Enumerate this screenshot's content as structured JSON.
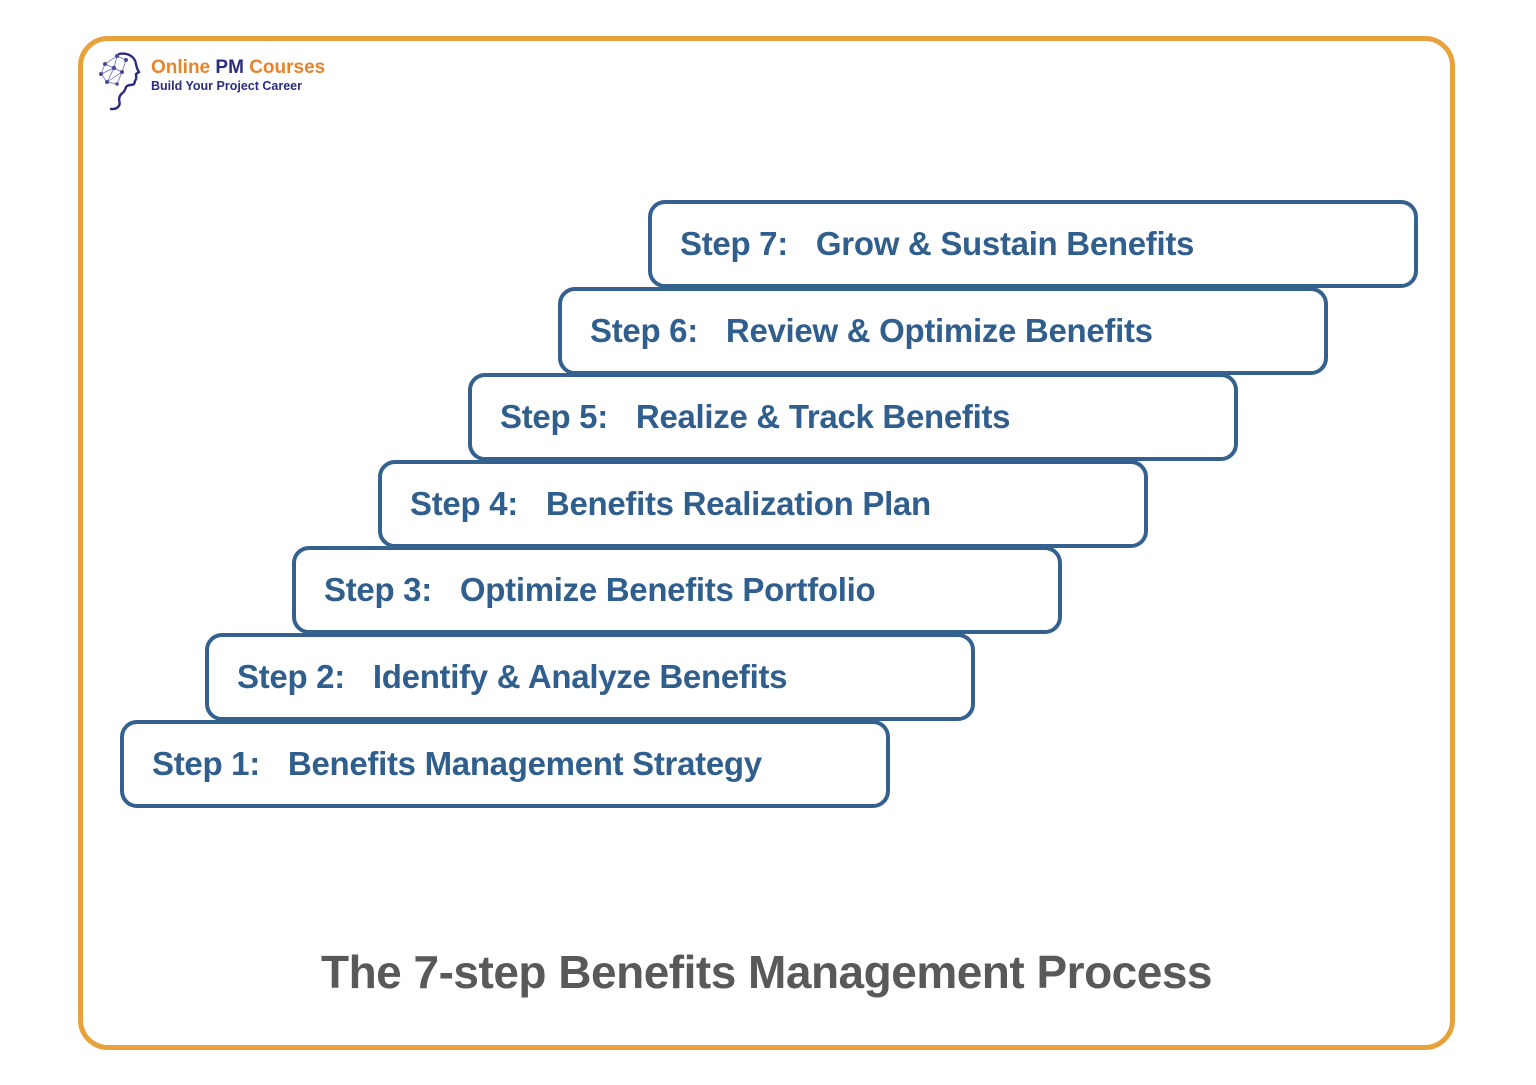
{
  "logo": {
    "icon": "head-network-icon",
    "brand_online": "Online",
    "brand_pm": "PM",
    "brand_courses": "Courses",
    "tagline": "Build Your Project Career"
  },
  "steps": [
    {
      "number": "Step 1:",
      "label": "Benefits Management Strategy"
    },
    {
      "number": "Step 2:",
      "label": "Identify & Analyze Benefits"
    },
    {
      "number": "Step 3:",
      "label": "Optimize Benefits Portfolio"
    },
    {
      "number": "Step 4:",
      "label": "Benefits Realization Plan"
    },
    {
      "number": "Step 5:",
      "label": "Realize & Track Benefits"
    },
    {
      "number": "Step 6:",
      "label": "Review & Optimize Benefits"
    },
    {
      "number": "Step 7:",
      "label": "Grow & Sustain Benefits"
    }
  ],
  "title": "The 7-step Benefits Management Process",
  "colors": {
    "frame_orange": "#E8A23C",
    "step_border_blue": "#35618E",
    "step_text_blue": "#315F8D",
    "logo_orange": "#E8832C",
    "logo_navy": "#2B2C7F",
    "title_gray": "#58595B"
  }
}
